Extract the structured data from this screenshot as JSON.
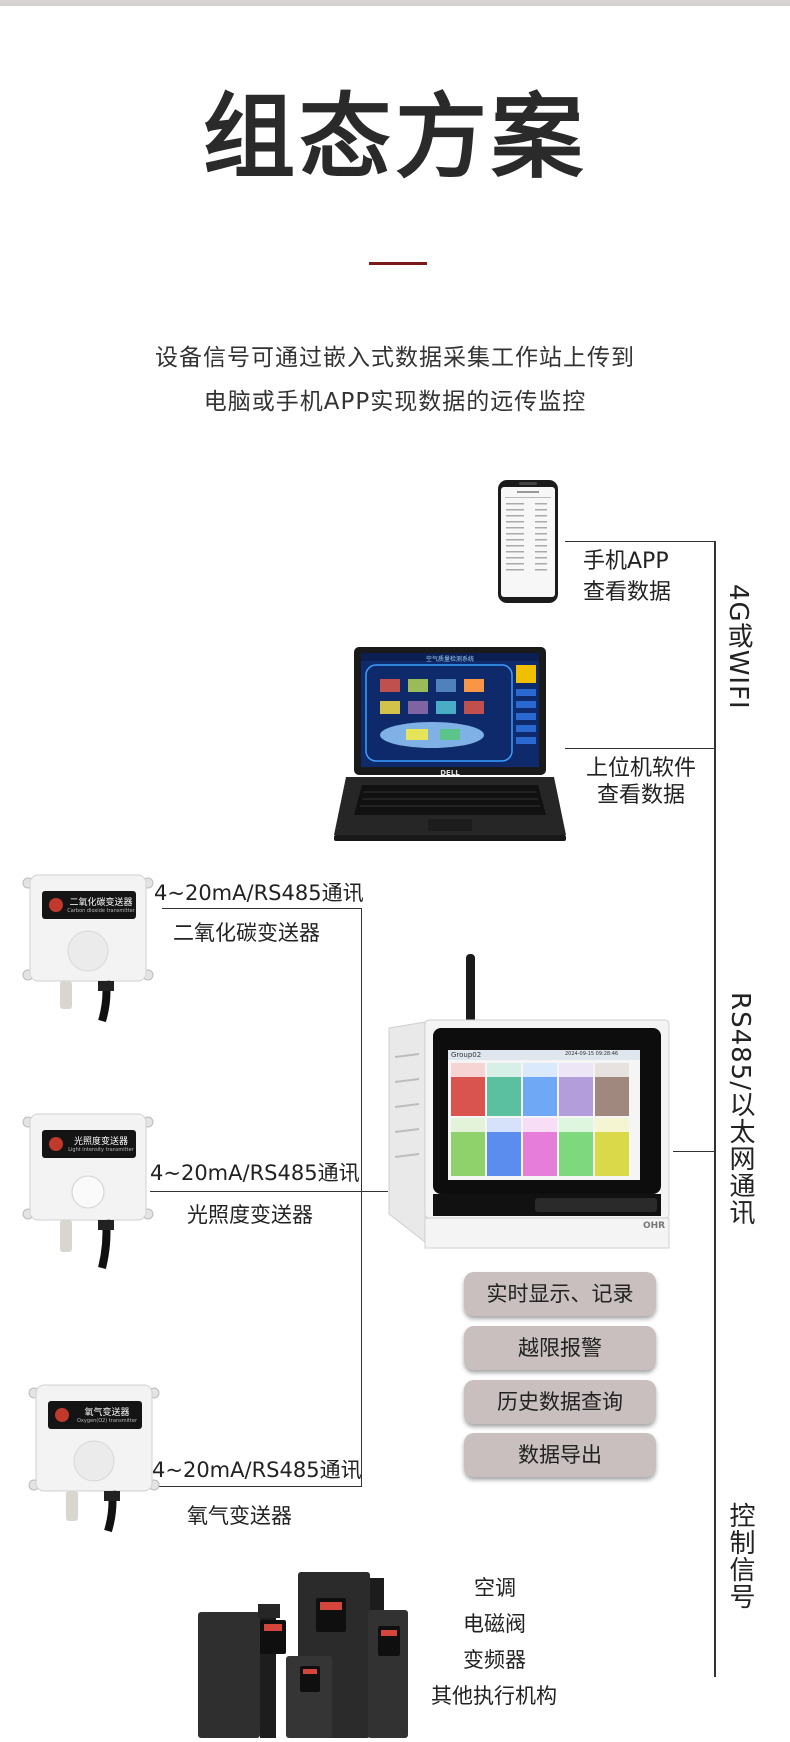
{
  "title": "组态方案",
  "subtitle": {
    "line1": "设备信号可通过嵌入式数据采集工作站上传到",
    "line2": "电脑或手机APP实现数据的远传监控"
  },
  "phone": {
    "label1": "手机APP",
    "label2": "查看数据"
  },
  "laptop": {
    "label1": "上位机软件",
    "label2": "查看数据",
    "screen_title": "空气质量检测系统",
    "brand": "DELL"
  },
  "links": {
    "wireless": "4G或WIFI",
    "wired": "RS485/以太网通讯",
    "control": "控制信号"
  },
  "sensors": [
    {
      "signal": "4~20mA/RS485通讯",
      "name": "二氧化碳变送器",
      "plate": "二氧化碳变送器",
      "plate_en": "Carbon dioxide transmitter"
    },
    {
      "signal": "4~20mA/RS485通讯",
      "name": "光照度变送器",
      "plate": "光照度变送器",
      "plate_en": "Light intensity transmitter"
    },
    {
      "signal": "4~20mA/RS485通讯",
      "name": "氧气变送器",
      "plate": "氧气变送器",
      "plate_en": "Oxygen(O2) transmitter"
    }
  ],
  "recorder": {
    "group": "Group02",
    "datetime": "2024-09-15 09:28:46",
    "brand": "OHR"
  },
  "features": [
    "实时显示、记录",
    "越限报警",
    "历史数据查询",
    "数据导出"
  ],
  "actuators": [
    "空调",
    "电磁阀",
    "变频器",
    "其他执行机构"
  ],
  "colors": {
    "accent_rule": "#7a1a1a",
    "feature_bg": "#c9bfbf",
    "line": "#333333"
  }
}
